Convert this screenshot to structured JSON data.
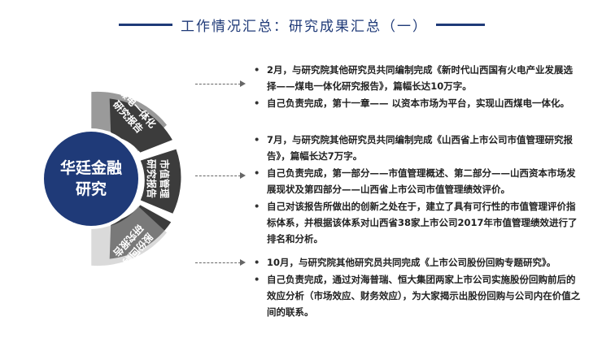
{
  "header": {
    "title": "工作情况汇总：研究成果汇总（一）"
  },
  "hub": {
    "line1": "华廷金融",
    "line2": "研究"
  },
  "segments": [
    {
      "label_line1": "煤电一体化",
      "label_line2": "研究报告"
    },
    {
      "label_line1": "市值管理",
      "label_line2": "研究报告"
    },
    {
      "label_line1": "股份回购",
      "label_line2": "研究报告"
    }
  ],
  "sections": [
    {
      "items": [
        "2月，与研究院其他研究员共同编制完成《新时代山西国有火电产业发展选择——煤电一体化研究报告》，篇幅长达10万字。",
        "自己负责完成，第十一章—— 以资本市场为平台，实现山西煤电一体化。"
      ]
    },
    {
      "items": [
        "7月，与研究院其他研究员共同编制完成《山西省上市公司市值管理研究报告》，篇幅长达7万字。",
        "自己负责完成，第一部分——市值管理概述、第二部分——山西资本市场发展现状及第四部分——山西省上市公司市值管理绩效评价。",
        "自己对该报告所做出的创新之处在于，建立了具有可行性的市值管理评价指标体系，并根据该体系对山西省38家上市公司2017年市值管理绩效进行了排名和分析。"
      ]
    },
    {
      "items": [
        "10月，与研究院其他研究员共同完成《上市公司股份回购专题研究》。",
        "自己负责完成，通过对海普瑞、恒大集团两家上市公司实施股份回购前后的效应分析（市场效应、财务效应），为大家揭示出股份回购与公司内在价值之间的联系。"
      ]
    }
  ],
  "colors": {
    "accent": "#1f3a78",
    "segment": "#3c3c3c",
    "ring": "#9a9a9a"
  }
}
